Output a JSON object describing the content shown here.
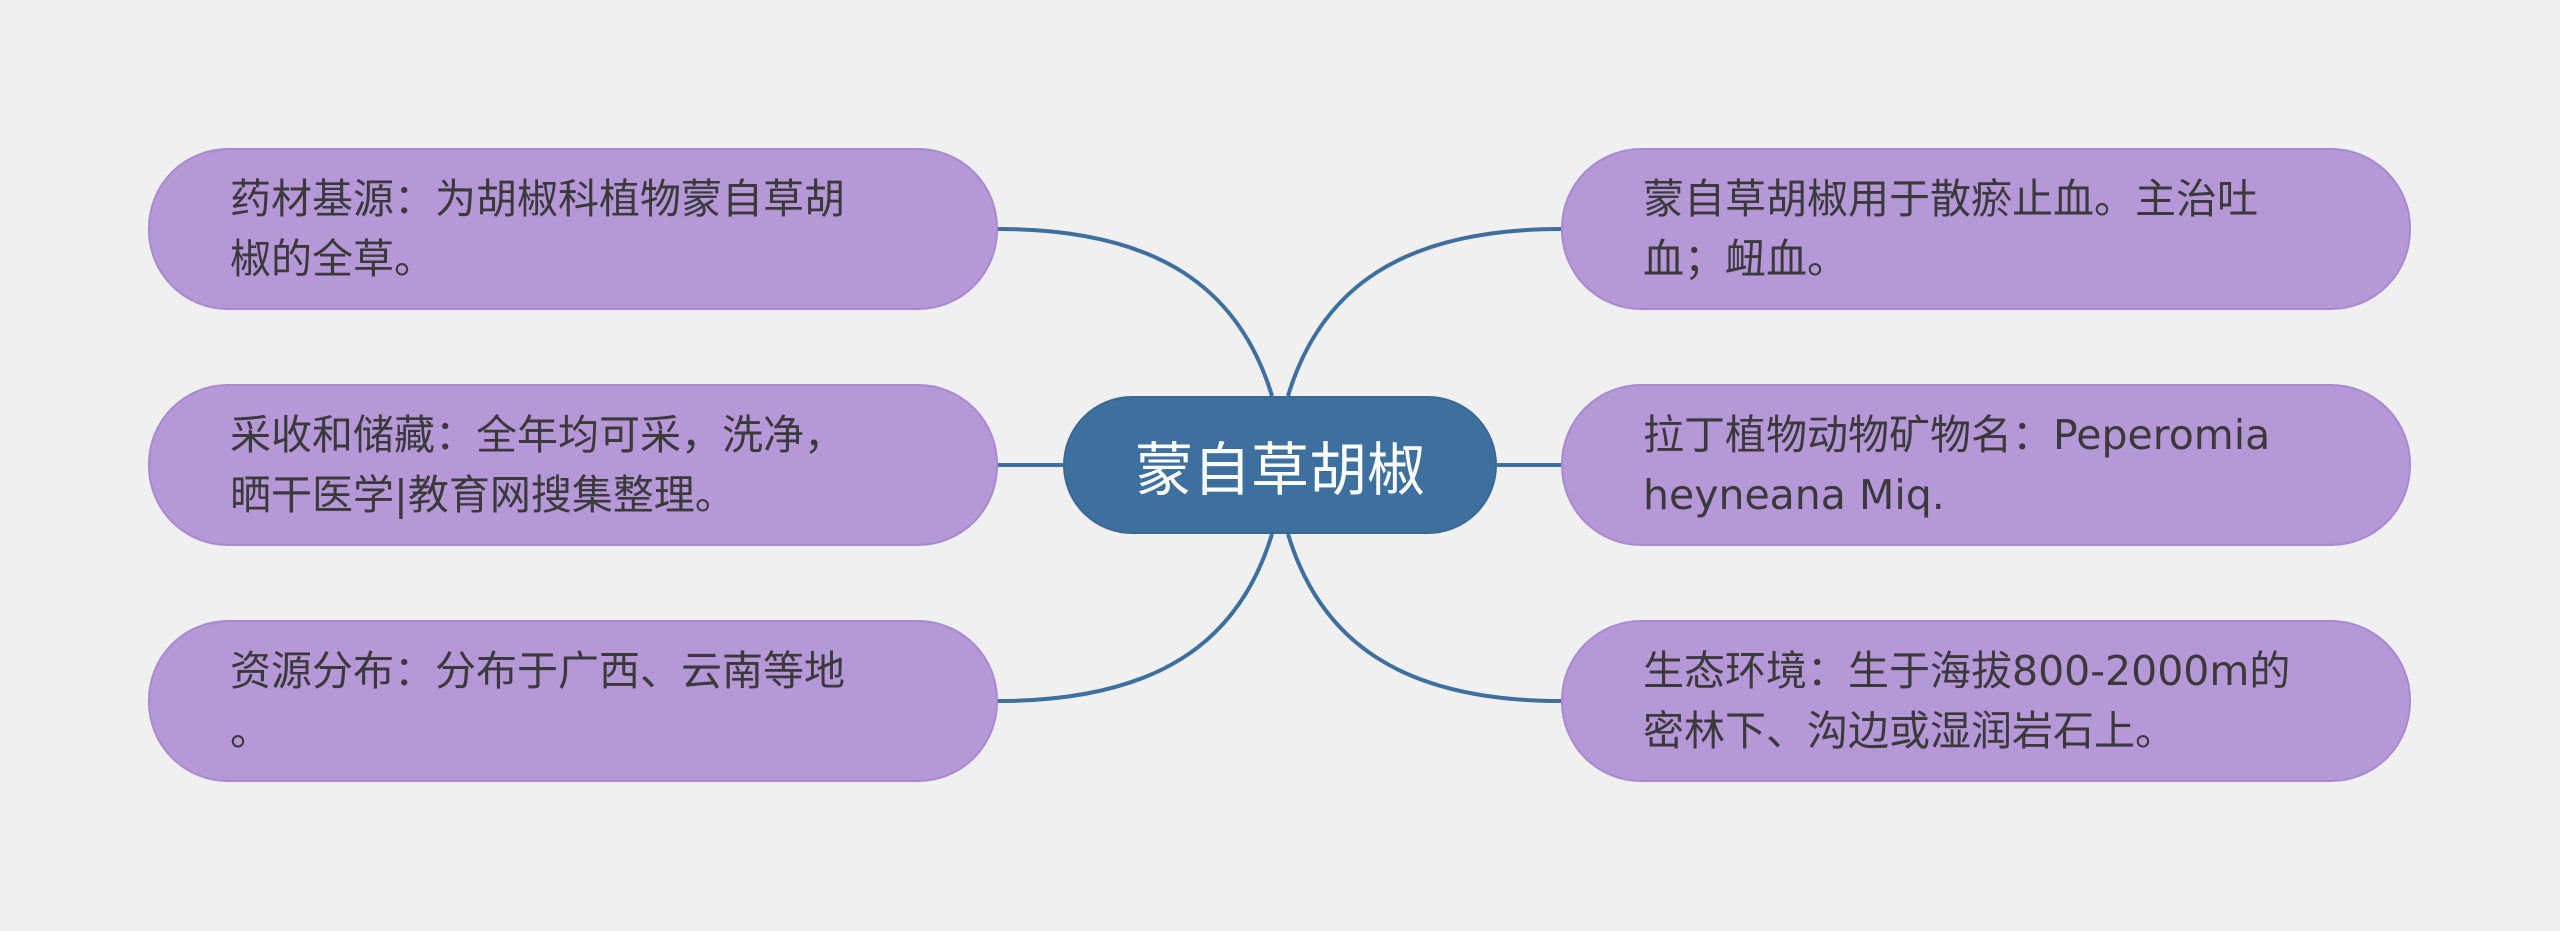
{
  "root": {
    "label": "蒙自草胡椒"
  },
  "branches": {
    "left": [
      {
        "label": "药材基源：为胡椒科植物蒙自草胡\n椒的全草。"
      },
      {
        "label": "采收和储藏：全年均可采，洗净，\n晒干医学|教育网搜集整理。"
      },
      {
        "label": "资源分布：分布于广西、云南等地\n。"
      }
    ],
    "right": [
      {
        "label": "蒙自草胡椒用于散瘀止血。主治吐\n血；衄血。"
      },
      {
        "label": "拉丁植物动物矿物名：Peperomia\nheyneana Miq."
      },
      {
        "label": "生态环境：生于海拔800-2000m的\n密林下、沟边或湿润岩石上。"
      }
    ]
  },
  "colors": {
    "background": "#f0f0f0",
    "root_fill": "#3d6f9f",
    "root_text": "#ffffff",
    "branch_fill": "#b697d8",
    "branch_text": "#3a3a3a",
    "connector": "#3d6f9f"
  }
}
